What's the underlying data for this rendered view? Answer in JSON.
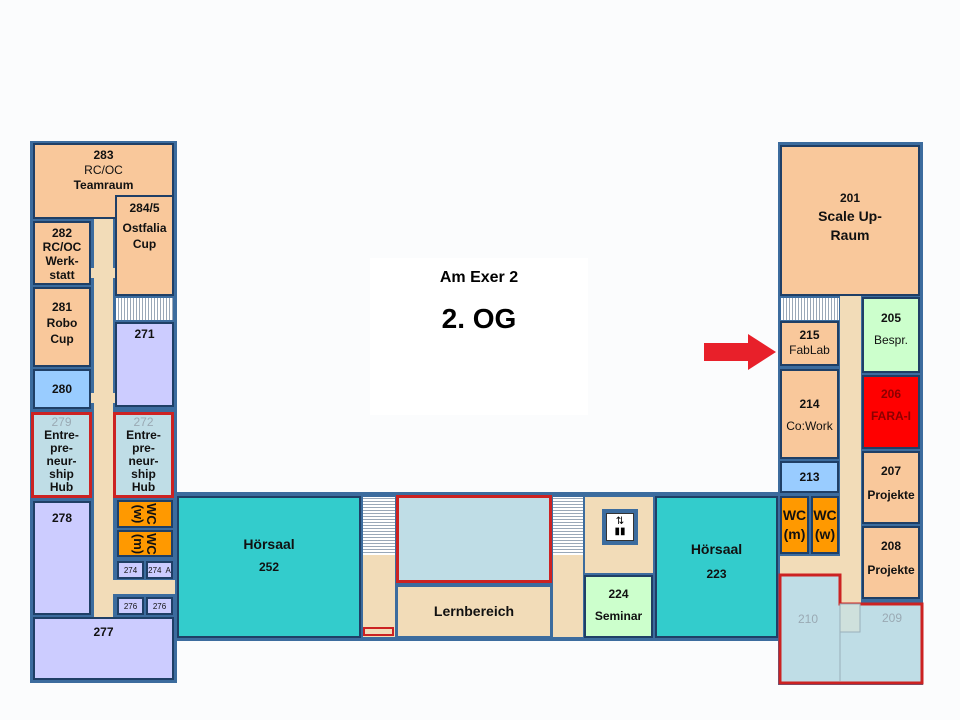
{
  "title": {
    "building": "Am Exer 2",
    "floor": "2. OG"
  },
  "left_wing": {
    "r283": {
      "num": "283",
      "l1": "RC/OC",
      "l2": "Teamraum"
    },
    "r282": {
      "num": "282",
      "l1": "RC/OC",
      "l2": "Werk-",
      "l3": "statt"
    },
    "r2845": {
      "num": "284/5",
      "l1": "Ostfalia",
      "l2": "Cup"
    },
    "r281": {
      "num": "281",
      "l1": "Robo",
      "l2": "Cup"
    },
    "r271": {
      "num": "271"
    },
    "r280": {
      "num": "280"
    },
    "r279": {
      "num": "279",
      "l1": "Entre-",
      "l2": "pre-",
      "l3": "neur-",
      "l4": "ship",
      "l5": "Hub"
    },
    "r272": {
      "num": "272",
      "l1": "Entre-",
      "l2": "pre-",
      "l3": "neur-",
      "l4": "ship",
      "l5": "Hub"
    },
    "r278": {
      "num": "278"
    },
    "wc_w": "WC (w)",
    "wc_m": "WC (m)",
    "r274": "274",
    "r274a": "274  A",
    "r276a": "276",
    "r276b": "276",
    "r277": {
      "num": "277"
    }
  },
  "middle": {
    "h252": {
      "name": "Hörsaal",
      "num": "252"
    },
    "lern": "Lernbereich",
    "r224": {
      "num": "224",
      "name": "Seminar"
    },
    "h223": {
      "name": "Hörsaal",
      "num": "223"
    }
  },
  "right_wing": {
    "r201": {
      "num": "201",
      "l1": "Scale Up-",
      "l2": "Raum"
    },
    "r215": {
      "num": "215",
      "name": "FabLab"
    },
    "r214": {
      "num": "214",
      "name": "Co:Work"
    },
    "r213": {
      "num": "213"
    },
    "wc_m": {
      "l1": "WC",
      "l2": "(m)"
    },
    "wc_w": {
      "l1": "WC",
      "l2": "(w)"
    },
    "r205": {
      "num": "205",
      "name": "Bespr."
    },
    "r206": {
      "num": "206",
      "name": "FARA-I"
    },
    "r207": {
      "num": "207",
      "name": "Projekte"
    },
    "r208": {
      "num": "208",
      "name": "Projekte"
    },
    "r210": "210",
    "r209": "209"
  },
  "colors": {
    "wall": "#3c6c9e",
    "highlight": "#cc2222",
    "arrow": "#e8202a"
  }
}
